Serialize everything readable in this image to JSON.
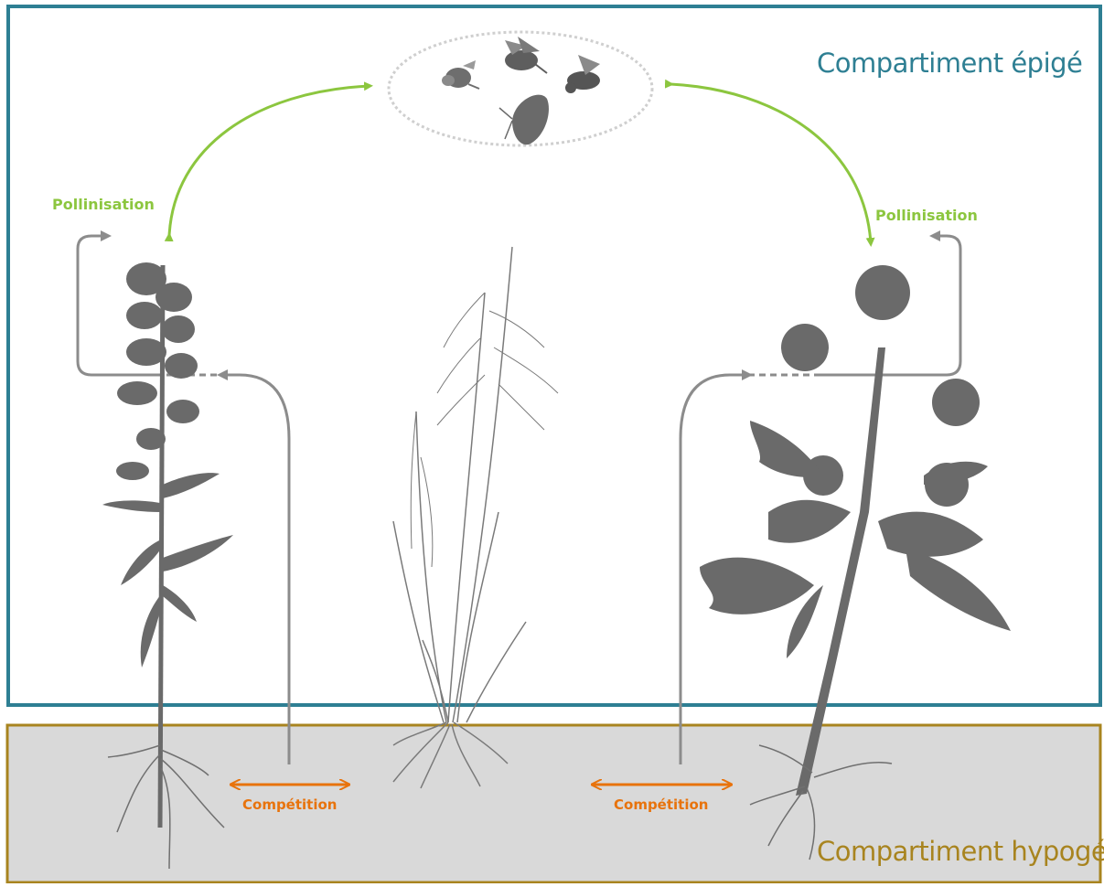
{
  "compartments": {
    "aerial": "Compartiment épigé",
    "underground": "Compartiment hypogé"
  },
  "interactions": {
    "pollination_left": "Pollinisation",
    "pollination_right": "Pollinisation",
    "competition_left": "Compétition",
    "competition_right": "Compétition"
  },
  "colors": {
    "aerial_border": "#2e7f93",
    "underground_border": "#a8841f",
    "underground_fill": "#d9d9d9",
    "pollination": "#8cc63f",
    "competition": "#e8730c",
    "feedback_arrows": "#8c8c8c",
    "silhouettes": "#666666"
  },
  "pollinators": [
    "bumblebee-icon",
    "bee-icon",
    "fly-icon",
    "butterfly-icon"
  ],
  "plants": [
    "spike-flower-plant",
    "grass-plant",
    "crucifer-plant"
  ]
}
